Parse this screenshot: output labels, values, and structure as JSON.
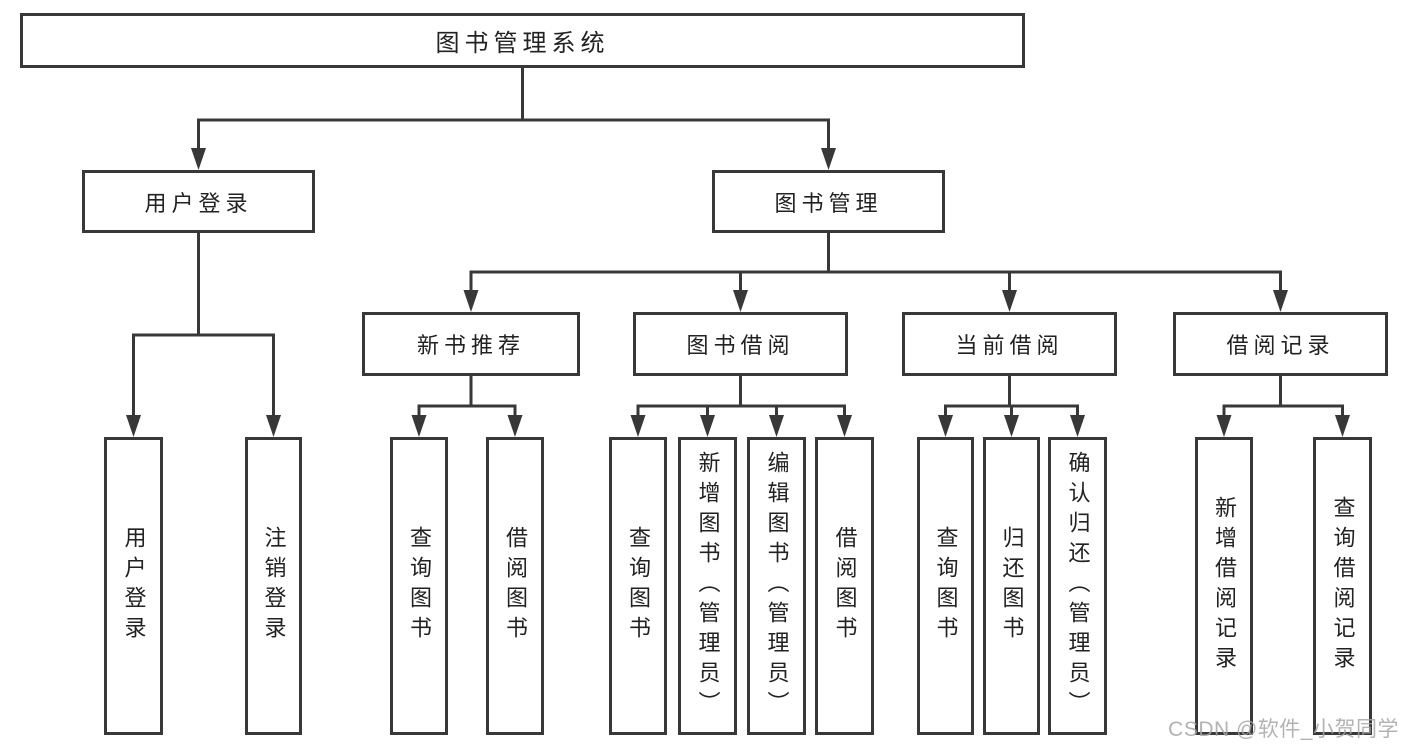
{
  "nodes": {
    "root": "图书管理系统",
    "level2": [
      {
        "label": "用户登录"
      },
      {
        "label": "图书管理"
      }
    ],
    "level3": [
      {
        "label": "新书推荐"
      },
      {
        "label": "图书借阅"
      },
      {
        "label": "当前借阅"
      },
      {
        "label": "借阅记录"
      }
    ],
    "leaves": {
      "login": [
        "用户登录",
        "注销登录"
      ],
      "new_books": [
        "查询图书",
        "借阅图书"
      ],
      "borrowing": [
        "查询图书",
        "新增图书（管理员）",
        "编辑图书（管理员）",
        "借阅图书"
      ],
      "current": [
        "查询图书",
        "归还图书",
        "确认归还（管理员）"
      ],
      "records": [
        "新增借阅记录",
        "查询借阅记录"
      ]
    }
  },
  "watermark": {
    "text": "CSDN @软件_小贺同学"
  },
  "colors": {
    "border": "#383838",
    "line": "#383838",
    "text": "#222222",
    "watermark": "#a6a6a6",
    "background": "#ffffff"
  }
}
